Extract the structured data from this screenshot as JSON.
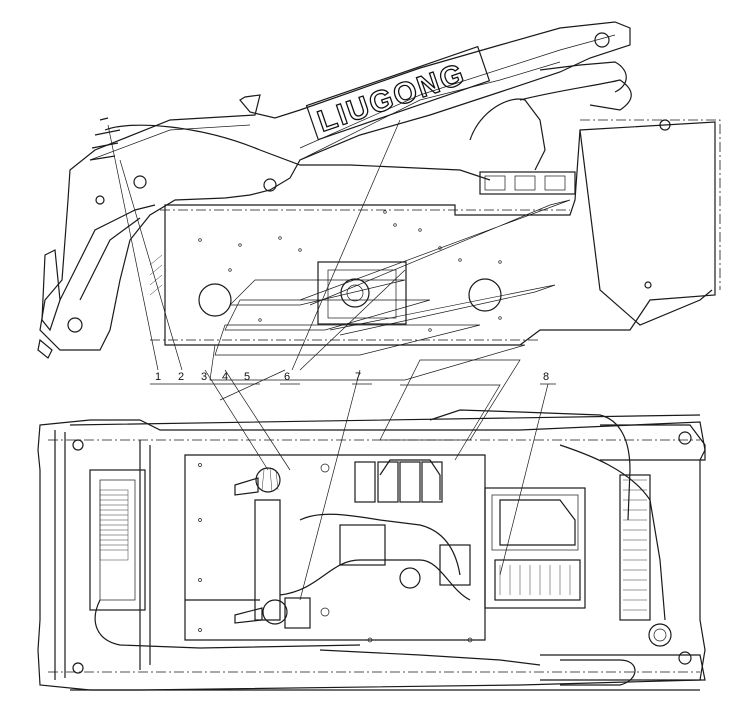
{
  "logo_text": "LIUGONG",
  "callouts": [
    {
      "id": "1",
      "label": "1"
    },
    {
      "id": "2",
      "label": "2"
    },
    {
      "id": "3",
      "label": "3"
    },
    {
      "id": "4",
      "label": "4"
    },
    {
      "id": "5",
      "label": "5"
    },
    {
      "id": "6",
      "label": "6"
    },
    {
      "id": "7",
      "label": "7"
    },
    {
      "id": "8",
      "label": "8"
    }
  ],
  "colors": {
    "line": "#1a1a1a",
    "background": "#ffffff"
  }
}
